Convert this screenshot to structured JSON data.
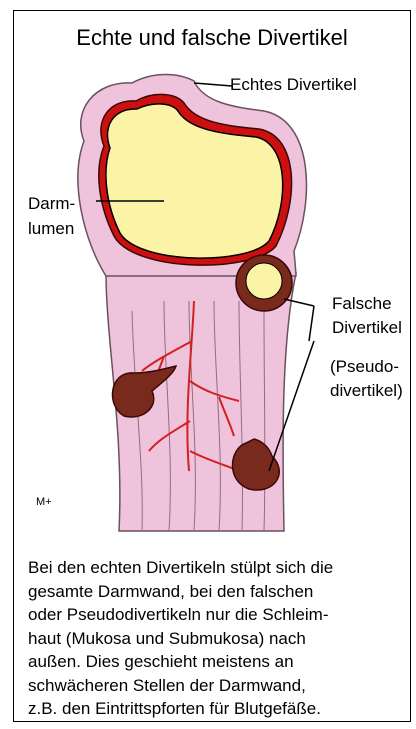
{
  "title": "Echte und falsche Divertikel",
  "labels": {
    "echtes": "Echtes Divertikel",
    "darm_line1": "Darm-",
    "darm_line2": "lumen",
    "falsche_line1": "Falsche",
    "falsche_line2": "Divertikel",
    "pseudo_line1": "(Pseudo-",
    "pseudo_line2": "divertikel)"
  },
  "watermark": "M+",
  "caption_lines": [
    "Bei den echten Divertikeln stülpt sich die",
    "gesamte Darmwand, bei den falschen",
    "oder Pseudodivertikeln nur die Schleim-",
    "haut (Mukosa und Submukosa) nach",
    "außen. Dies geschieht meistens an",
    "schwächeren Stellen der Darmwand,",
    "z.B. den Eintrittspforten für Blutgefäße."
  ],
  "colors": {
    "lumen": "#fbf3a6",
    "wall": "#efc3dc",
    "mucosa": "#cc1010",
    "pouch": "#7a2a1c",
    "vessel": "#d42020"
  }
}
